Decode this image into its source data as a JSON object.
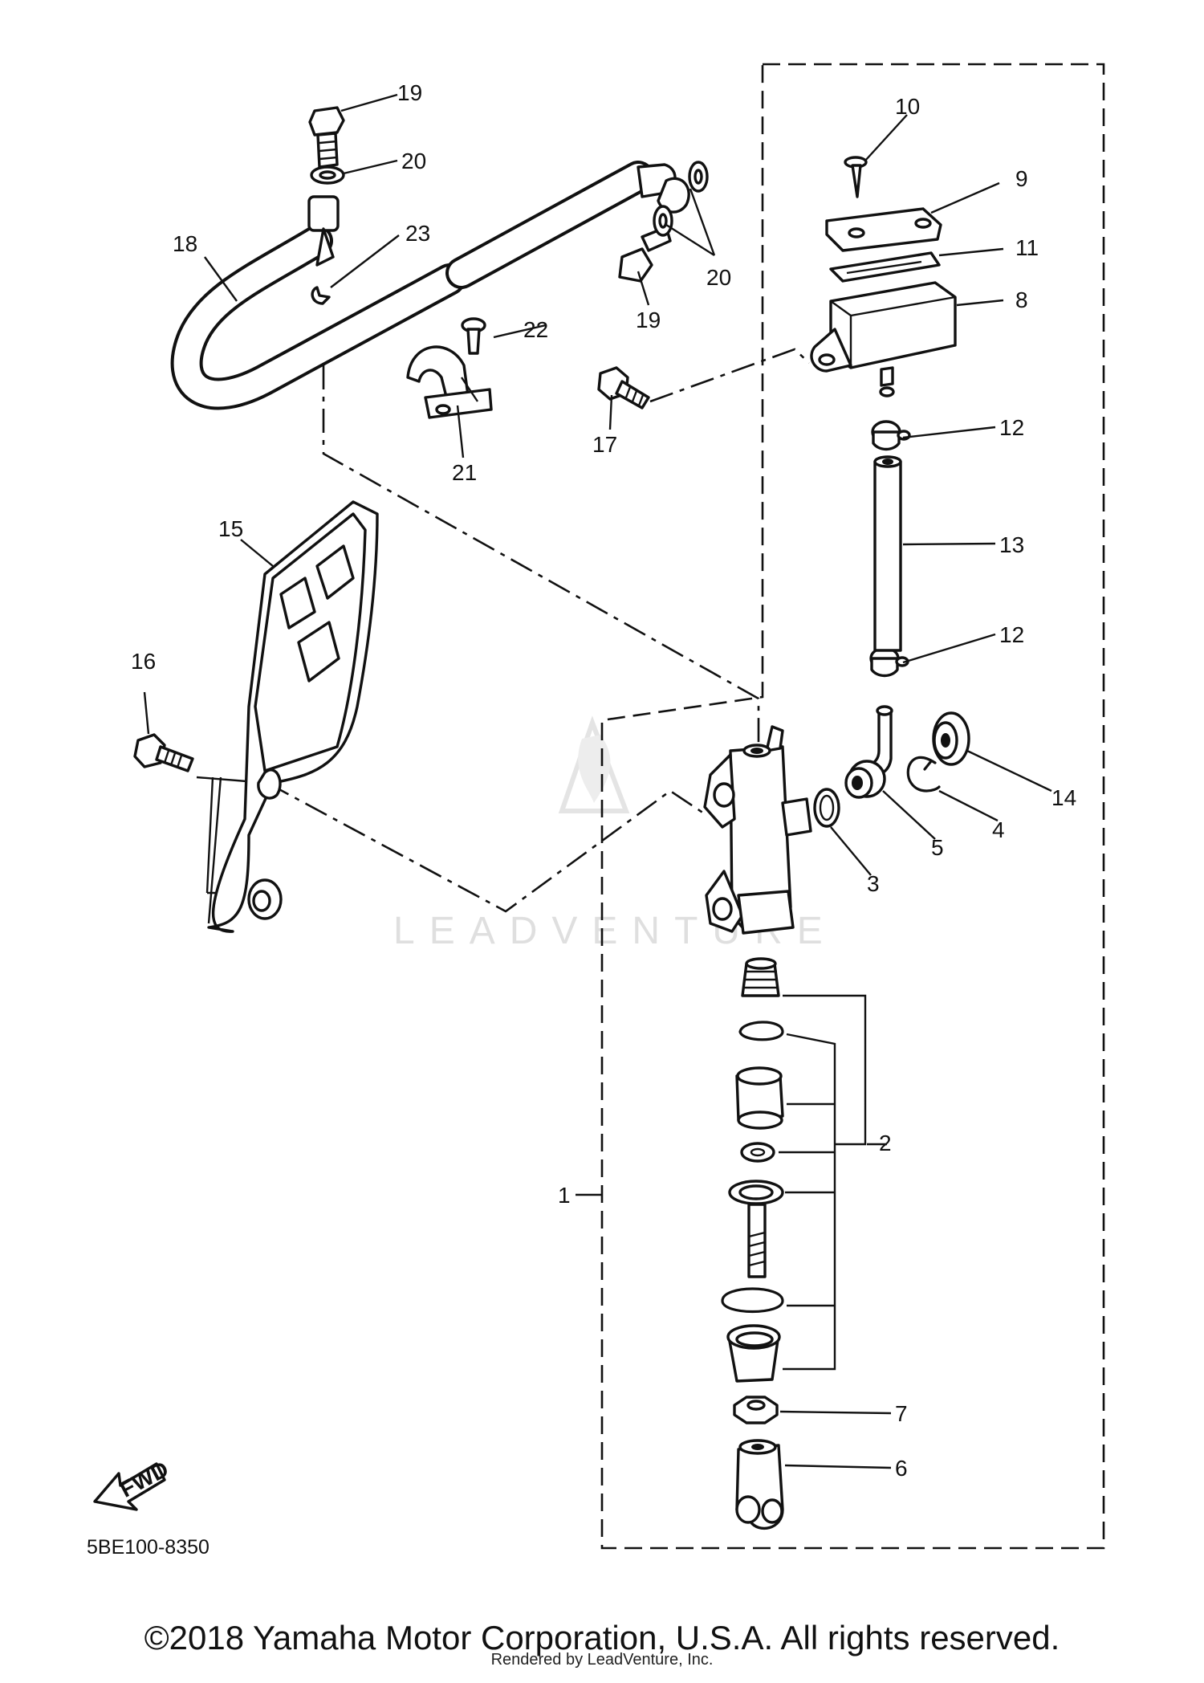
{
  "diagram": {
    "part_numbers": {
      "p1": "1",
      "p2": "2",
      "p3": "3",
      "p4": "4",
      "p5": "5",
      "p6": "6",
      "p7": "7",
      "p8": "8",
      "p9": "9",
      "p10": "10",
      "p11": "11",
      "p12a": "12",
      "p12b": "12",
      "p13": "13",
      "p14": "14",
      "p15": "15",
      "p16": "16",
      "p17": "17",
      "p18": "18",
      "p19a": "19",
      "p19b": "19",
      "p20a": "20",
      "p20b": "20",
      "p21": "21",
      "p22": "22",
      "p23": "23"
    },
    "diagram_code": "5BE100-8350",
    "fwd_label": "FWD",
    "watermark": "LEADVENTURE"
  },
  "footer": {
    "copyright": "©2018 Yamaha Motor Corporation, U.S.A. All rights reserved.",
    "rendered_by": "Rendered by LeadVenture, Inc."
  }
}
